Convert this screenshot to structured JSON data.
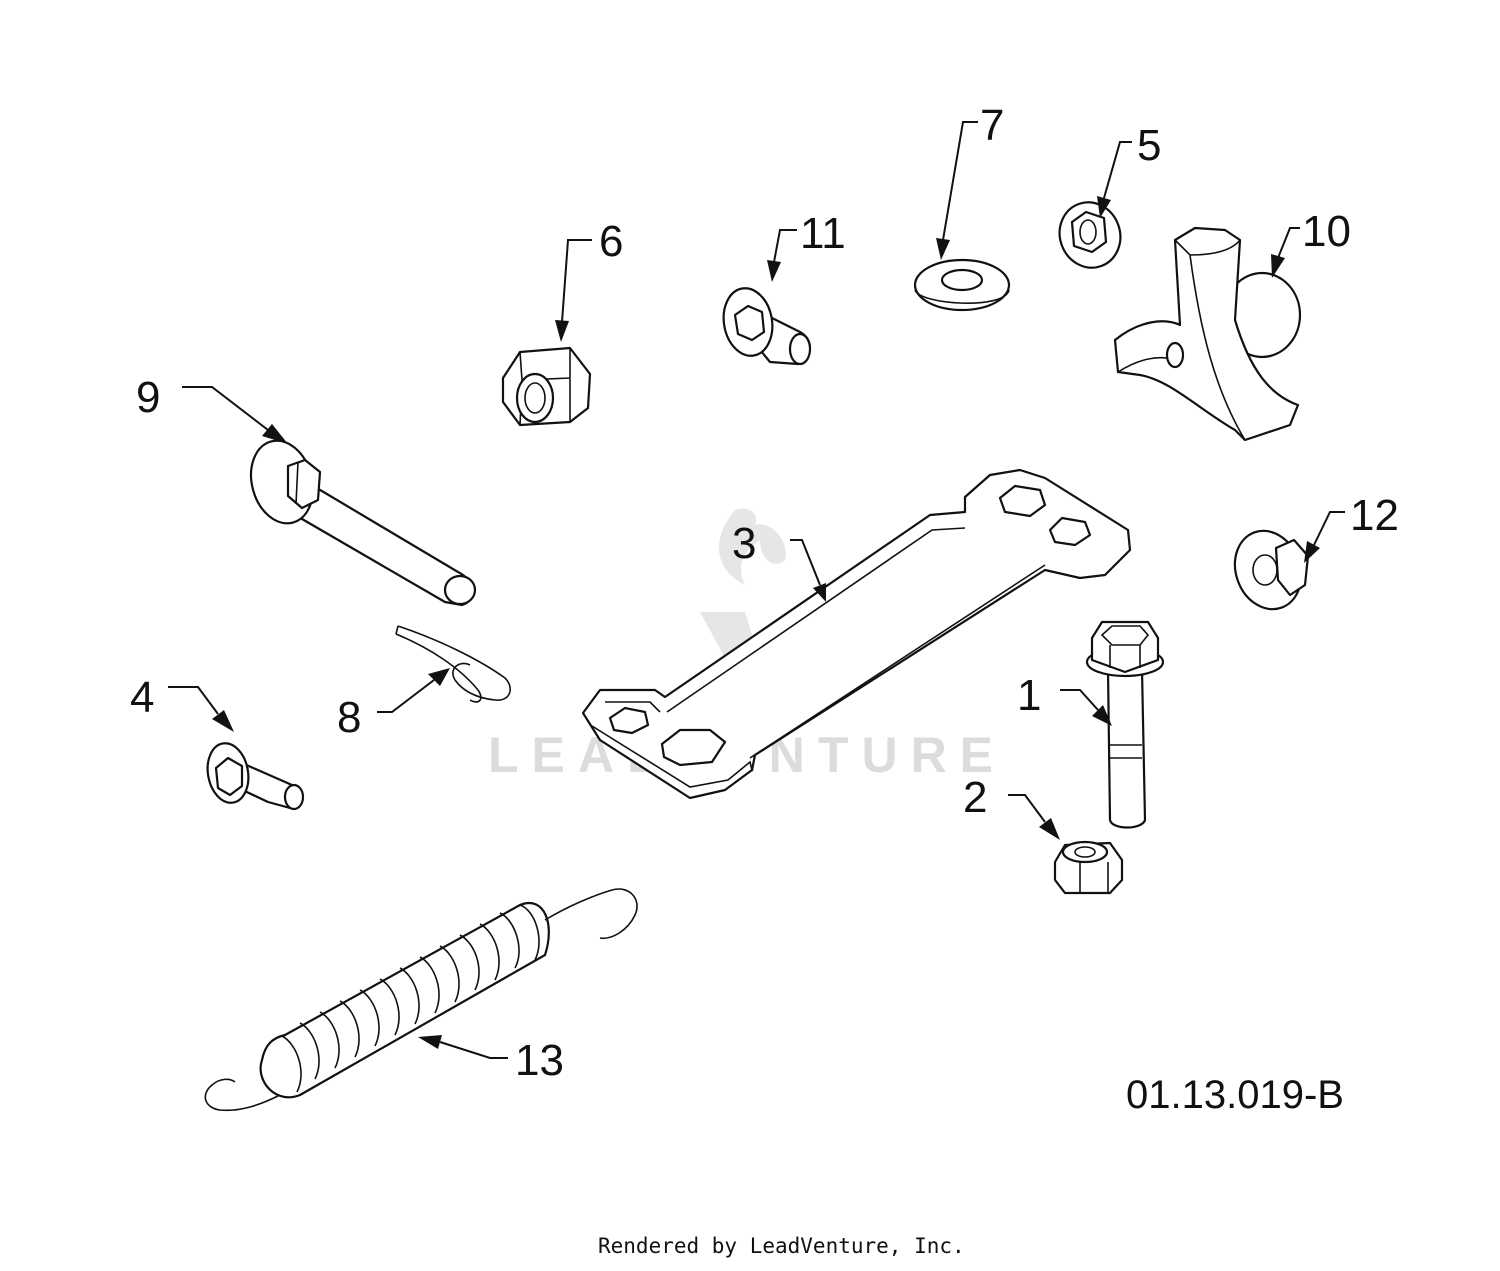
{
  "diagram": {
    "callouts": {
      "c1": "1",
      "c2": "2",
      "c3": "3",
      "c4": "4",
      "c5": "5",
      "c6": "6",
      "c7": "7",
      "c8": "8",
      "c9": "9",
      "c10": "10",
      "c11": "11",
      "c12": "12",
      "c13": "13"
    },
    "reference_code": "01.13.019-B",
    "watermark": "LEADVENTURE",
    "credit": "Rendered by LeadVenture, Inc."
  }
}
